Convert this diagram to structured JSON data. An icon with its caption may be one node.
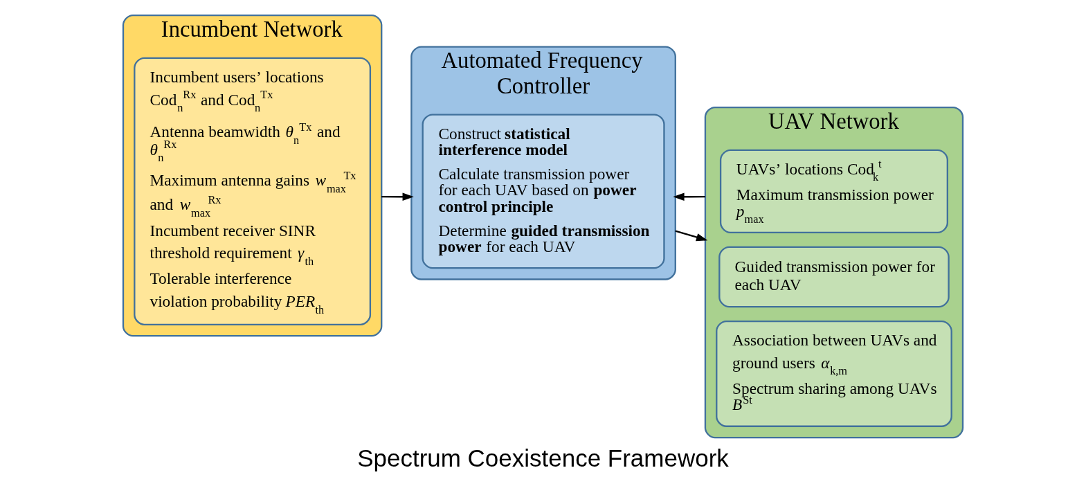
{
  "diagram": {
    "caption": "Spectrum Coexistence Framework",
    "nodes": [
      {
        "text": [
          "Incumbent Network"
        ]
      },
      {
        "text": [
          "Incumbent users’ locations Cod$_{n}$$^{Rx}$ and Cod$_{n}$$^{Tx}$",
          "Antenna beamwidth *θ*$_{n}$$^{Tx}$ and *θ*$_{n}$$^{Rx}$",
          "Maximum antenna gains *w*$_{max}$$^{Tx}$ and *w*$_{max}$$^{Rx}$",
          "Incumbent receiver SINR threshold requirement *γ*$_{th}$",
          "Tolerable interference violation probability *PER*$_{th}$"
        ],
        "in": 0
      },
      {
        "text": [
          "Automated Frequency Controller"
        ]
      },
      {
        "text": [
          "Construct **statistical interference model**",
          "Calculate transmission power for each UAV based on **power control principle**",
          "Determine **guided transmission power** for each UAV"
        ],
        "in": 2
      },
      {
        "text": [
          "UAV Network"
        ]
      },
      {
        "text": [
          "UAVs’ locations Cod$_{k}$$^{t}$",
          "Maximum transmission power *p*$_{max}$"
        ],
        "in": 4
      },
      {
        "text": [
          "Guided transmission power for each UAV"
        ],
        "in": 4
      },
      {
        "text": [
          "Association between UAVs and ground users *α*$_{k,m}$",
          "Spectrum sharing among UAVs *B*$^{St}$"
        ],
        "in": 4
      }
    ],
    "edges": [
      {
        "from": 0,
        "to": 2,
        "arrow": "to"
      },
      {
        "from": 4,
        "to": 2,
        "arrow": "to"
      },
      {
        "from": 2,
        "to": 4,
        "arrow": "to"
      }
    ]
  }
}
